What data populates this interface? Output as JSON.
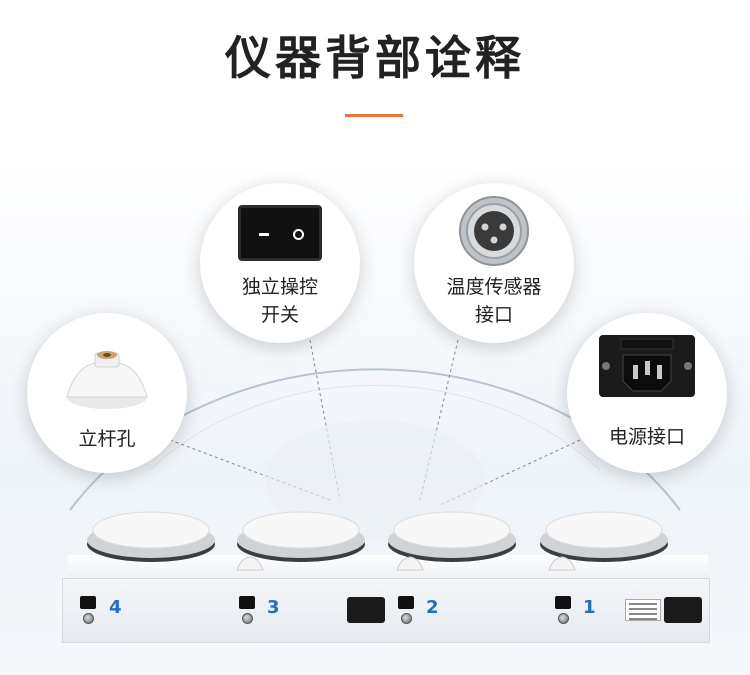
{
  "header": {
    "title": "仪器背部诠释"
  },
  "accent_color": "#e8743b",
  "callouts": {
    "rod_hole": {
      "label": "立杆孔",
      "icon": "rod-holder-icon"
    },
    "switch": {
      "label_line1": "独立操控",
      "label_line2": "开关",
      "icon": "rocker-switch-icon"
    },
    "sensor": {
      "label_line1": "温度传感器",
      "label_line2": "接口",
      "icon": "sensor-connector-icon"
    },
    "power": {
      "label": "电源接口",
      "icon": "power-socket-icon"
    }
  },
  "device": {
    "stations": [
      {
        "number": "4"
      },
      {
        "number": "3"
      },
      {
        "number": "2"
      },
      {
        "number": "1"
      }
    ],
    "number_color": "#1e6fc2"
  }
}
